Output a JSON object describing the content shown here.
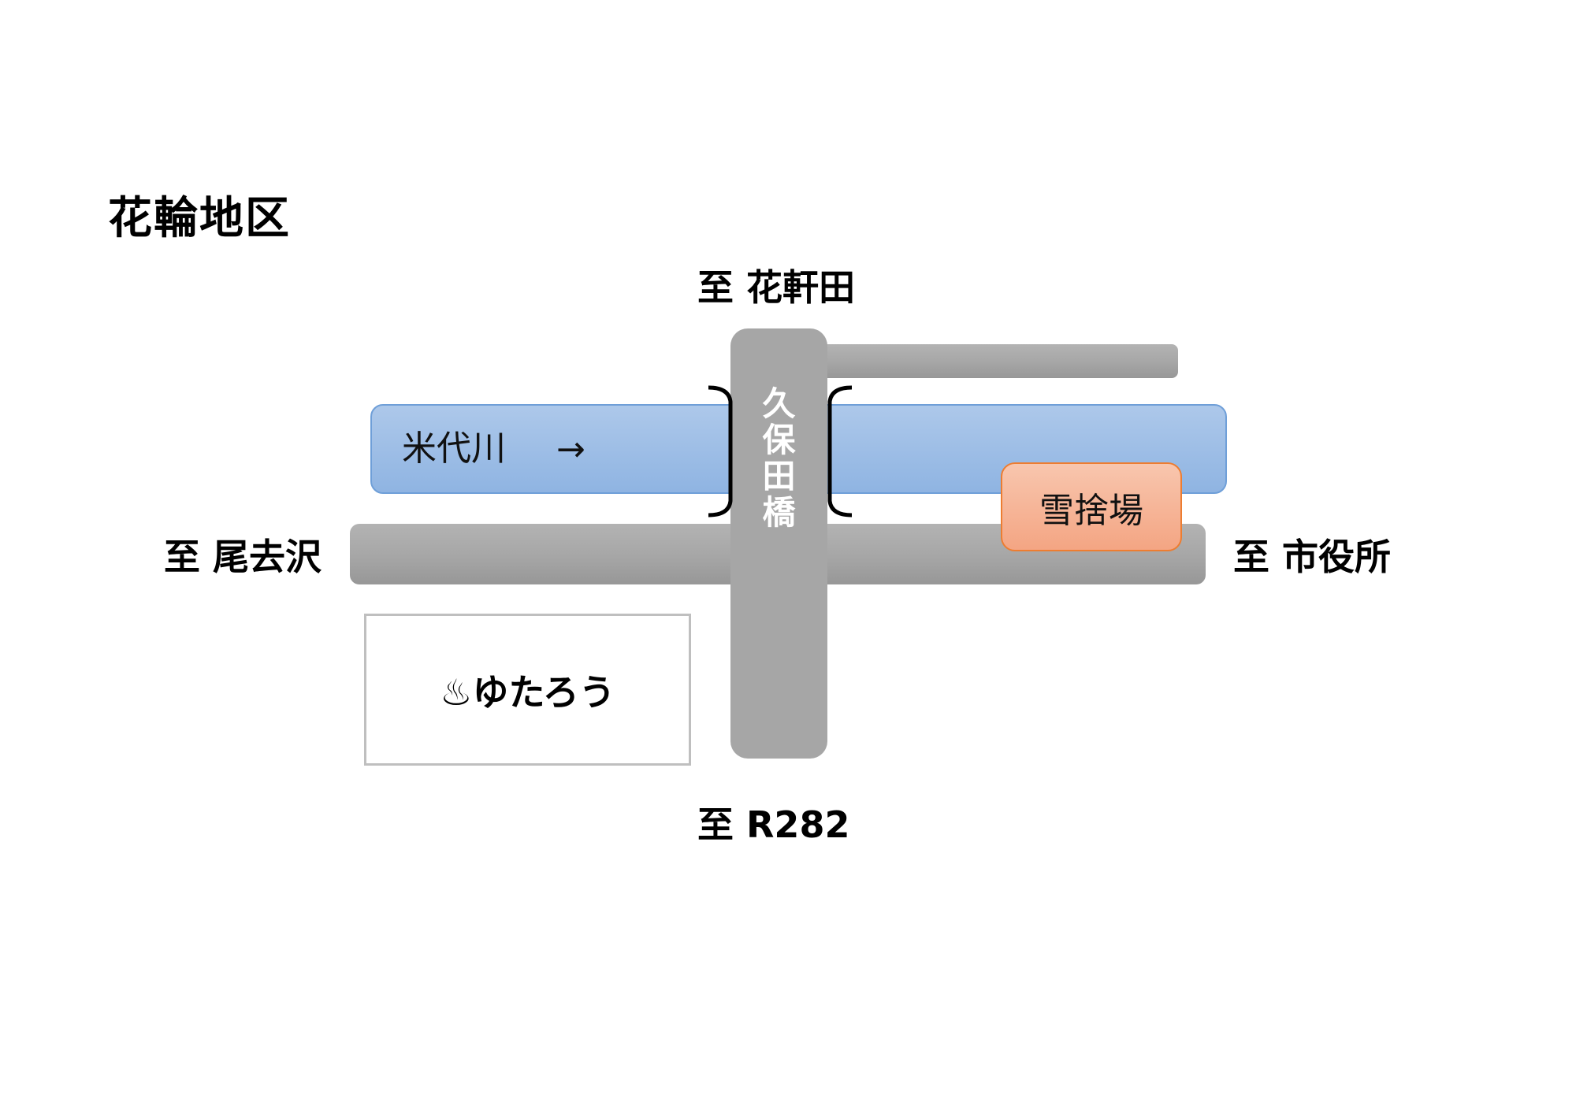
{
  "map": {
    "title": "花輪地区",
    "destinations": {
      "north": "至 花軒田",
      "west": "至 尾去沢",
      "east": "至 市役所",
      "south": "至 R282"
    },
    "river": {
      "name": "米代川",
      "flow_arrow": "→"
    },
    "bridge": {
      "name_chars": [
        "久",
        "保",
        "田",
        "橋"
      ]
    },
    "landmarks": {
      "snow_dump": "雪捨場",
      "onsen": "♨ゆたろう"
    },
    "colors": {
      "road": "#a6a6a6",
      "river_fill": "#8fb4e2",
      "river_border": "#6f9fd8",
      "snow_fill": "#f4a583",
      "snow_border": "#ed7d31",
      "onsen_border": "#bfbfbf"
    }
  }
}
